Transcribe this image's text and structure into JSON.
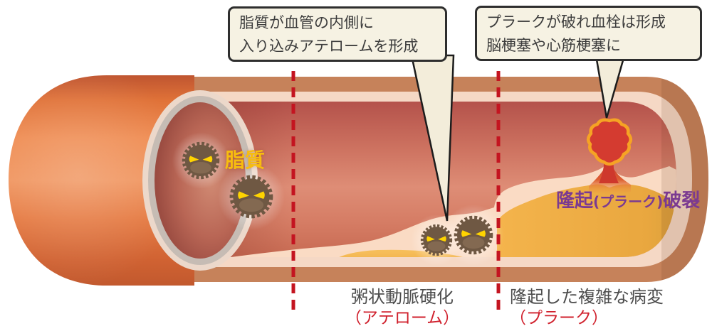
{
  "callouts": {
    "atheroma": {
      "line1": "脂質が血管の内側に",
      "line2": "入り込みアテロームを形成"
    },
    "rupture": {
      "line1": "プラークが破れ血栓は形成",
      "line2": "脳梗塞や心筋梗塞に"
    }
  },
  "vessel_labels": {
    "lipid": "脂質",
    "bulge_prefix": "隆起",
    "bulge_paren": "(プラーク)",
    "bulge_suffix": "破裂"
  },
  "stages": {
    "atheroma": {
      "name": "粥状動脈硬化",
      "sub": "（アテローム）"
    },
    "plaque": {
      "name": "隆起した複雑な病変",
      "sub": "（プラーク）"
    }
  },
  "colors": {
    "divider_dash": "#c41420",
    "lipid_body": "#6f5843",
    "lipid_eyes": "#ffd400",
    "rupture_fill": "#d43b30",
    "rupture_outline": "#f6a324",
    "lipid_label": "#f7bd0f",
    "bulge_label": "#7b3a91",
    "stage_sub_red": "#d0212d",
    "stage_name_gray": "#4d4d4d"
  }
}
